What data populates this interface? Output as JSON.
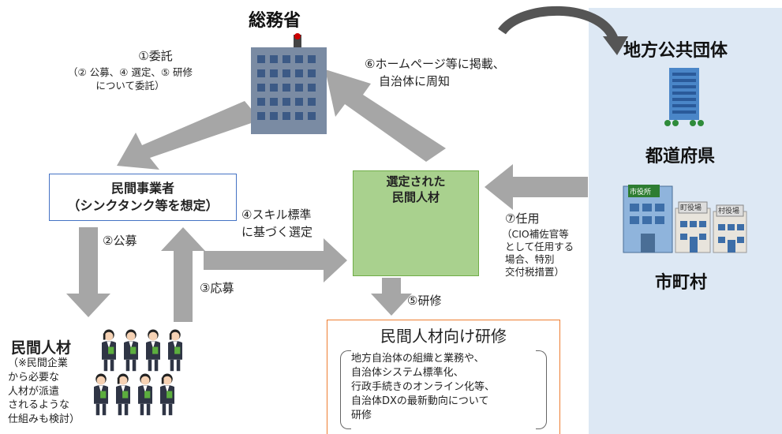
{
  "ministry": {
    "title": "総務省"
  },
  "entrust": {
    "line1": "①委託",
    "line2": "（② 公募、④ 選定、⑤ 研修",
    "line3": "について委託）"
  },
  "publish": {
    "line1": "⑥ホームページ等に掲載、",
    "line2": "自治体に周知"
  },
  "local_gov": {
    "title": "地方公共団体",
    "prefecture": "都道府県",
    "municipality": "市町村",
    "sign_city": "市役所",
    "sign_town": "町役場",
    "sign_village": "村役場"
  },
  "business": {
    "line1": "民間事業者",
    "line2": "（シンクタンク等を想定）"
  },
  "selected": {
    "line1": "選定された",
    "line2": "民間人材"
  },
  "recruit": "②公募",
  "apply": "③応募",
  "skill_select": {
    "line1": "④スキル標準",
    "line2": "に基づく選定"
  },
  "appoint": {
    "line1": "⑦任用",
    "line2": "（CIO補佐官等",
    "line3": "として任用する",
    "line4": "場合、特別",
    "line5": "交付税措置）"
  },
  "training_step": "⑤研修",
  "training": {
    "title": "民間人材向け研修",
    "lines": [
      "地方自治体の組織と業務や、",
      "自治体システム標準化、",
      "行政手続きのオンライン化等、",
      "自治体DXの最新動向について",
      "研修"
    ]
  },
  "private_talent": {
    "title": "民間人材",
    "lines": [
      "（※民間企業",
      "から必要な",
      "人材が派遣",
      "されるような",
      "仕組みも検討）"
    ]
  },
  "colors": {
    "arrow": "#a6a6a6",
    "panel": "#dde8f4",
    "selected_box": "#a9d18e",
    "business_border": "#4472c4",
    "training_border": "#ed7d31"
  }
}
